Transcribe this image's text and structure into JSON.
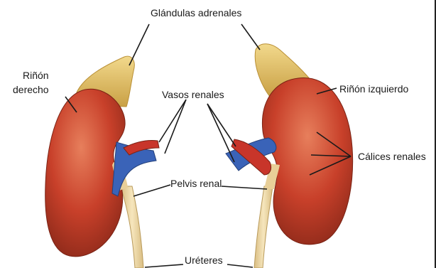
{
  "labels": {
    "adrenal_glands": "Glándulas adrenales",
    "right_kidney_line1": "Riñón",
    "right_kidney_line2": "derecho",
    "renal_vessels": "Vasos renales",
    "left_kidney": "Riñón izquierdo",
    "calyces": "Cálices renales",
    "renal_pelvis": "Pelvis renal",
    "ureters": "Uréteres"
  },
  "colors": {
    "kidney": "#c8402a",
    "kidney_dark": "#8e2a1a",
    "kidney_highlight": "#e77f5c",
    "adrenal": "#e8c46a",
    "adrenal_dark": "#b98f35",
    "vessel_blue": "#3a63b8",
    "vessel_red": "#c8352a",
    "ureter": "#efd9a6",
    "leader_line": "#1a1a1a"
  }
}
